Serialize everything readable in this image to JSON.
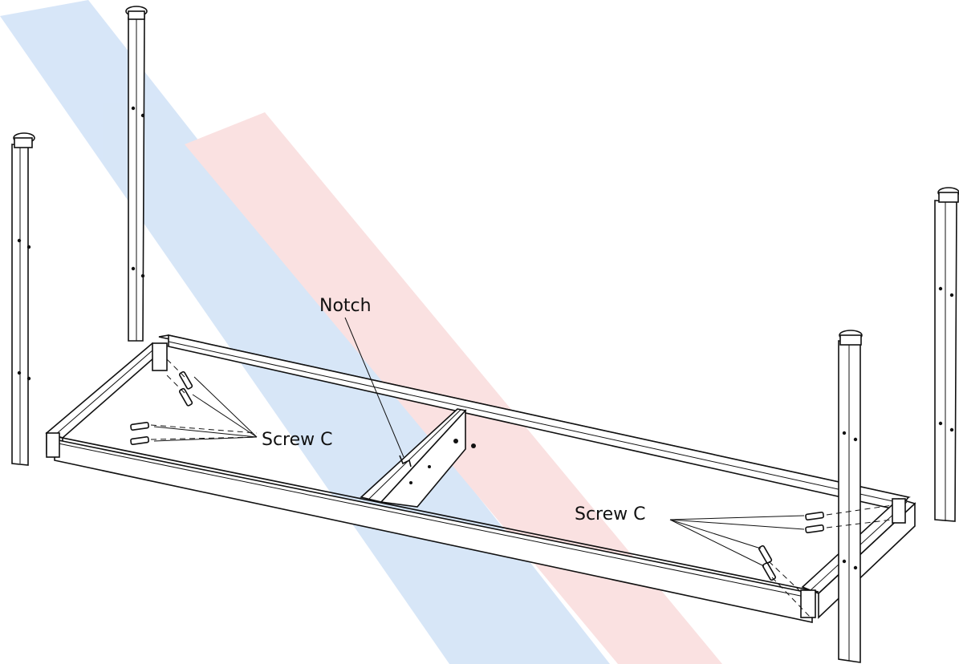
{
  "labels": {
    "notch": "Notch",
    "screw_left": "Screw C",
    "screw_right": "Screw C"
  },
  "watermark": {
    "color_blue": "#b7d2f2",
    "color_red": "#f6c9c9"
  }
}
